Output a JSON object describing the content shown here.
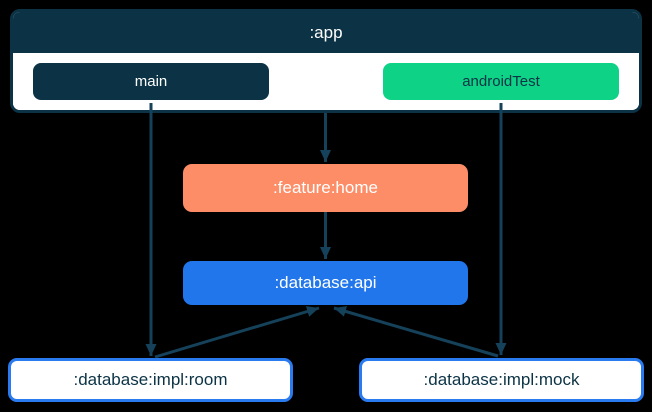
{
  "colors": {
    "background": "#000000",
    "navy": "#0b3345",
    "green": "#0ed286",
    "coral": "#fc8d66",
    "blue": "#2176eb",
    "box-border-blue": "#2b7bf0",
    "arrow": "#15425a",
    "white": "#ffffff"
  },
  "diagram": {
    "app_module": {
      "title": ":app",
      "source_sets": [
        {
          "label": "main"
        },
        {
          "label": "androidTest"
        }
      ]
    },
    "nodes": [
      {
        "id": "feature-home",
        "label": ":feature:home"
      },
      {
        "id": "database-api",
        "label": ":database:api"
      },
      {
        "id": "database-impl-room",
        "label": ":database:impl:room"
      },
      {
        "id": "database-impl-mock",
        "label": ":database:impl:mock"
      }
    ],
    "edges": [
      {
        "from": ":app",
        "to": ":feature:home"
      },
      {
        "from": ":app (main)",
        "to": ":database:impl:room"
      },
      {
        "from": ":app (androidTest)",
        "to": ":database:impl:mock"
      },
      {
        "from": ":feature:home",
        "to": ":database:api"
      },
      {
        "from": ":database:impl:room",
        "to": ":database:api"
      },
      {
        "from": ":database:impl:mock",
        "to": ":database:api"
      }
    ]
  }
}
